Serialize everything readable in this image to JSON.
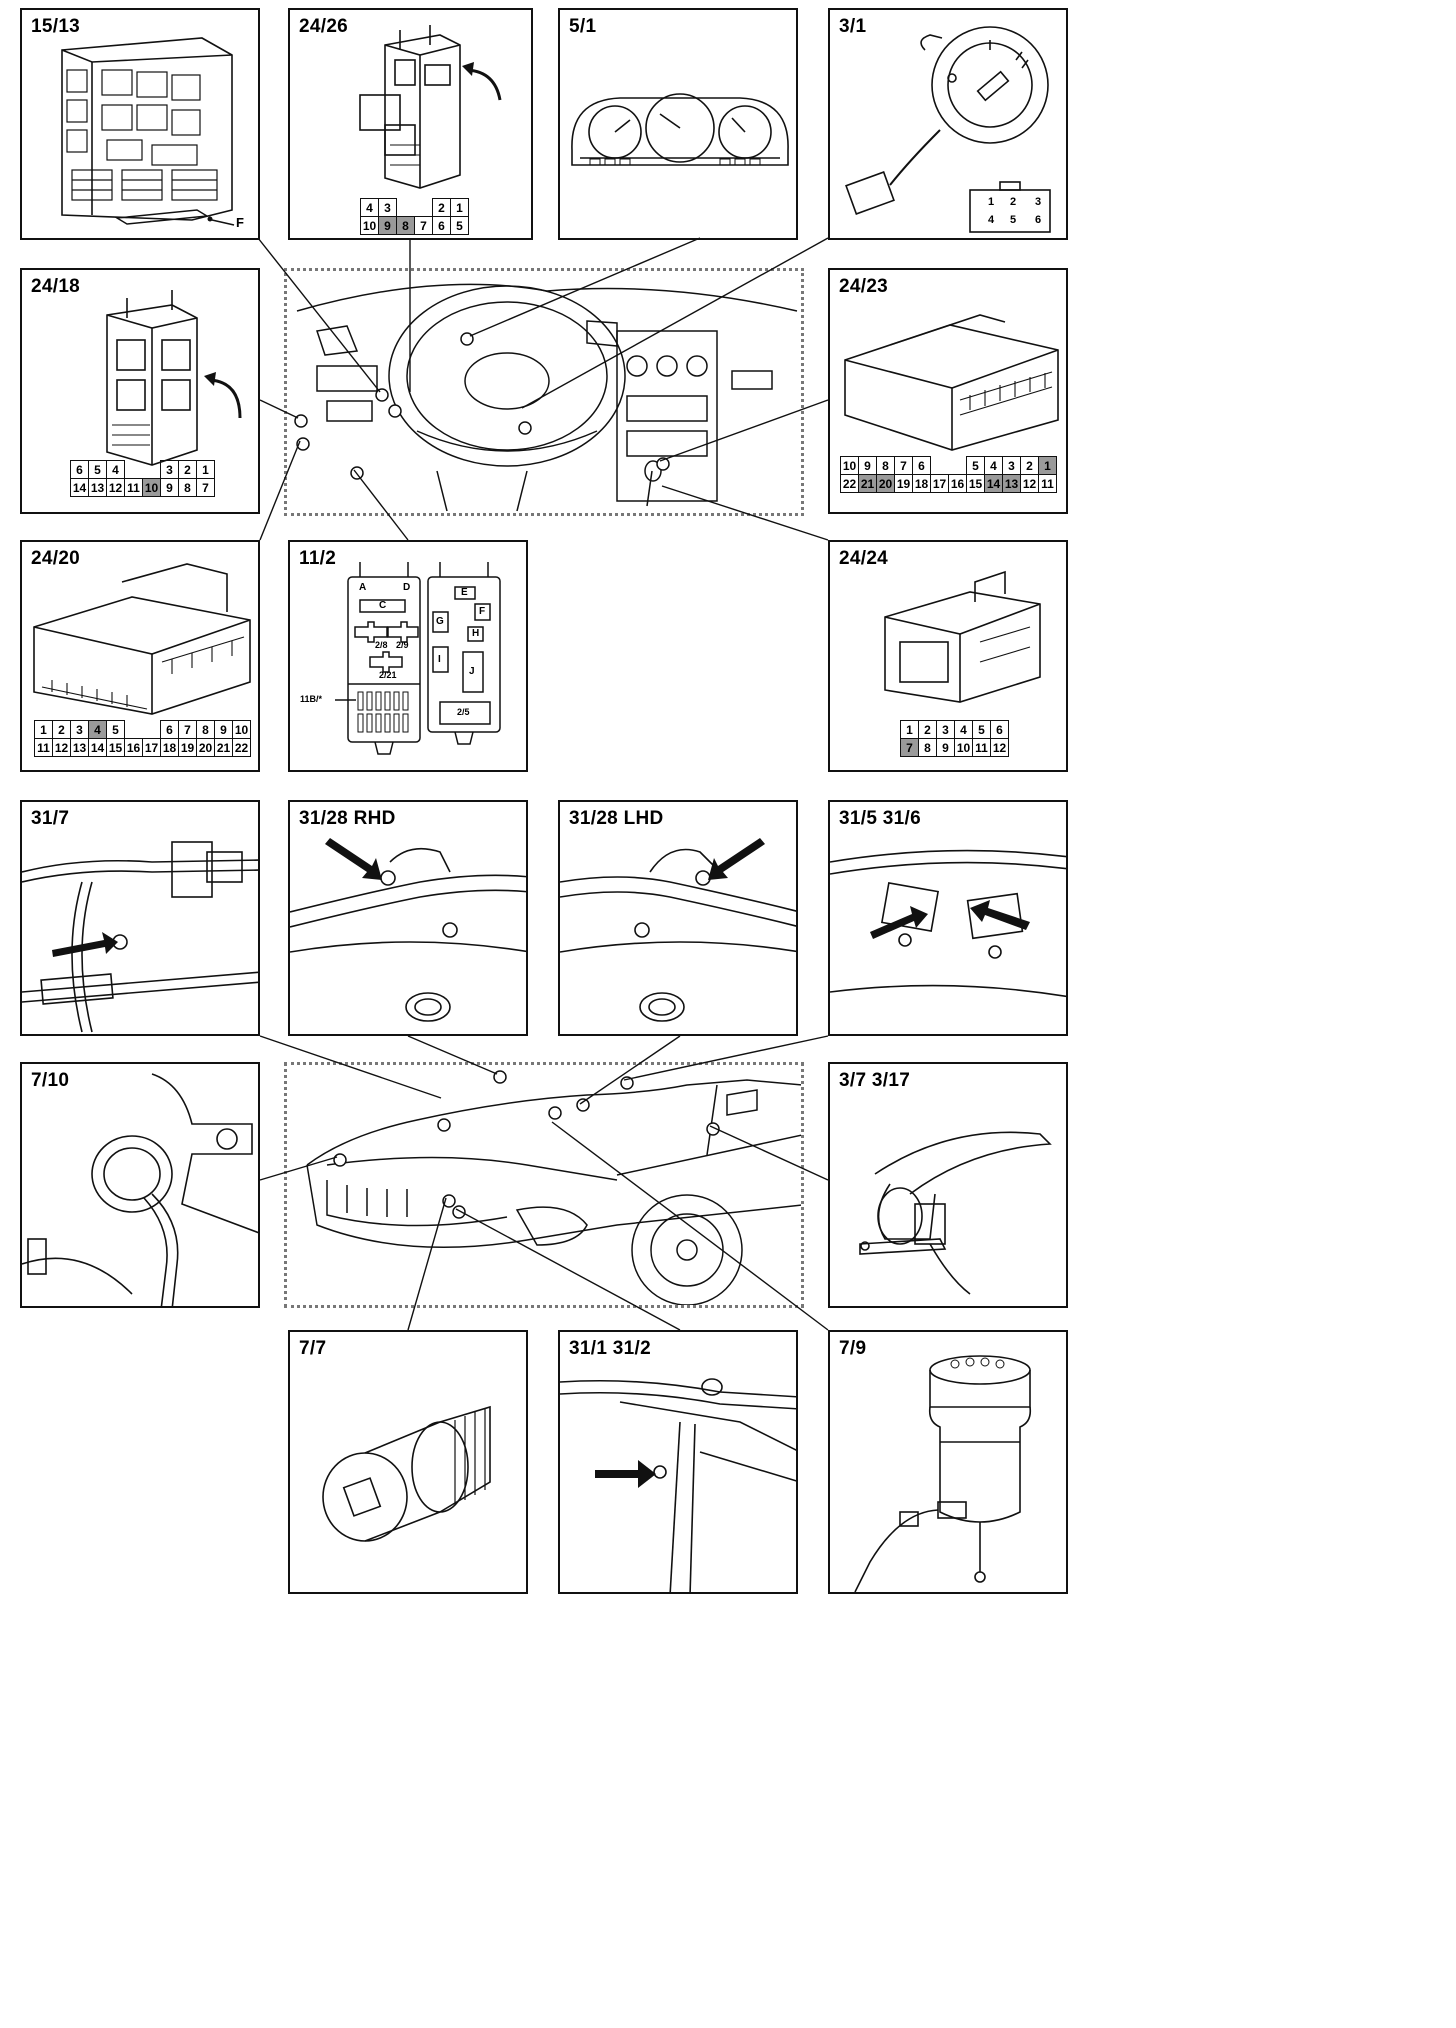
{
  "panels": {
    "p15_13": {
      "label": "15/13",
      "callout": "F"
    },
    "p24_26": {
      "label": "24/26",
      "pins": [
        [
          "4",
          "3",
          "",
          "",
          "2",
          "1"
        ],
        [
          "10",
          "9",
          "8",
          "7",
          "6",
          "5"
        ]
      ]
    },
    "p5_1": {
      "label": "5/1"
    },
    "p3_1": {
      "label": "3/1",
      "pins": [
        "1",
        "2",
        "3",
        "4",
        "5",
        "6"
      ]
    },
    "p24_18": {
      "label": "24/18",
      "pins": [
        [
          "6",
          "5",
          "4",
          "",
          "",
          "3",
          "2",
          "1"
        ],
        [
          "14",
          "13",
          "12",
          "11",
          "10",
          "9",
          "8",
          "7"
        ]
      ]
    },
    "p24_23": {
      "label": "24/23",
      "pins": [
        [
          "10",
          "9",
          "8",
          "7",
          "6",
          "",
          "",
          "5",
          "4",
          "3",
          "2",
          "1"
        ],
        [
          "22",
          "21",
          "20",
          "19",
          "18",
          "17",
          "16",
          "15",
          "14",
          "13",
          "12",
          "11"
        ]
      ]
    },
    "p24_20": {
      "label": "24/20",
      "pins": [
        [
          "1",
          "2",
          "3",
          "4",
          "5",
          "",
          "",
          "6",
          "7",
          "8",
          "9",
          "10"
        ],
        [
          "11",
          "12",
          "13",
          "14",
          "15",
          "16",
          "17",
          "18",
          "19",
          "20",
          "21",
          "22"
        ]
      ]
    },
    "p11_2": {
      "label": "11/2",
      "marks": [
        "A",
        "D",
        "C",
        "E",
        "F",
        "G",
        "H",
        "I",
        "J",
        "2/8",
        "2/9",
        "2/21",
        "2/5",
        "11B/*"
      ]
    },
    "p24_24": {
      "label": "24/24",
      "pins": [
        [
          "1",
          "2",
          "3",
          "4",
          "5",
          "6"
        ],
        [
          "7",
          "8",
          "9",
          "10",
          "11",
          "12"
        ]
      ]
    },
    "p31_7": {
      "label": "31/7"
    },
    "p31_28rhd": {
      "label": "31/28 RHD"
    },
    "p31_28lhd": {
      "label": "31/28 LHD"
    },
    "p31_5": {
      "label": "31/5  31/6"
    },
    "p7_10": {
      "label": "7/10"
    },
    "p3_7": {
      "label": "3/7  3/17"
    },
    "p7_7": {
      "label": "7/7"
    },
    "p31_1": {
      "label": "31/1 31/2"
    },
    "p7_9": {
      "label": "7/9"
    }
  },
  "colors": {
    "line": "#111111",
    "shade": "#9a9a9a",
    "dotted_frame": "#777777"
  }
}
